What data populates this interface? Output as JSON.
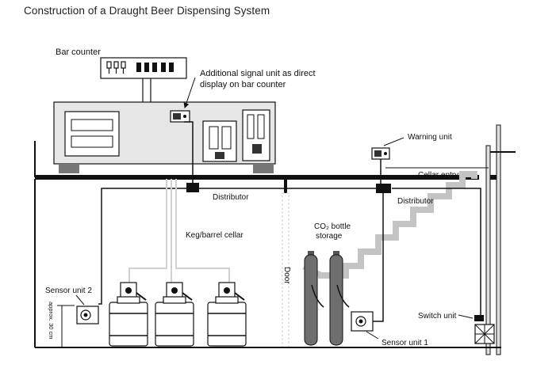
{
  "title": "Construction of a Draught Beer Dispensing System",
  "labels": {
    "bar_counter": "Bar counter",
    "signal_unit_line1": "Additional signal unit as direct",
    "signal_unit_line2": "display on bar counter",
    "warning_unit": "Warning unit",
    "cellar_entry": "Cellar entry",
    "distributor_left": "Distributor",
    "distributor_right": "Distributor",
    "keg_cellar": "Keg/barrel cellar",
    "co2_line1": "CO₂ bottle",
    "co2_line2": "storage",
    "door": "Door",
    "sensor_unit_2": "Sensor unit 2",
    "sensor_unit_1": "Sensor unit 1",
    "switch_unit": "Switch unit",
    "height": "approx. 30 cm"
  },
  "colors": {
    "line": "#111111",
    "counter_fill": "#e6e6e6",
    "cylinder": "#6e6e6e",
    "stairs": "#c4c4c4",
    "pipe": "#d0d0d0"
  }
}
